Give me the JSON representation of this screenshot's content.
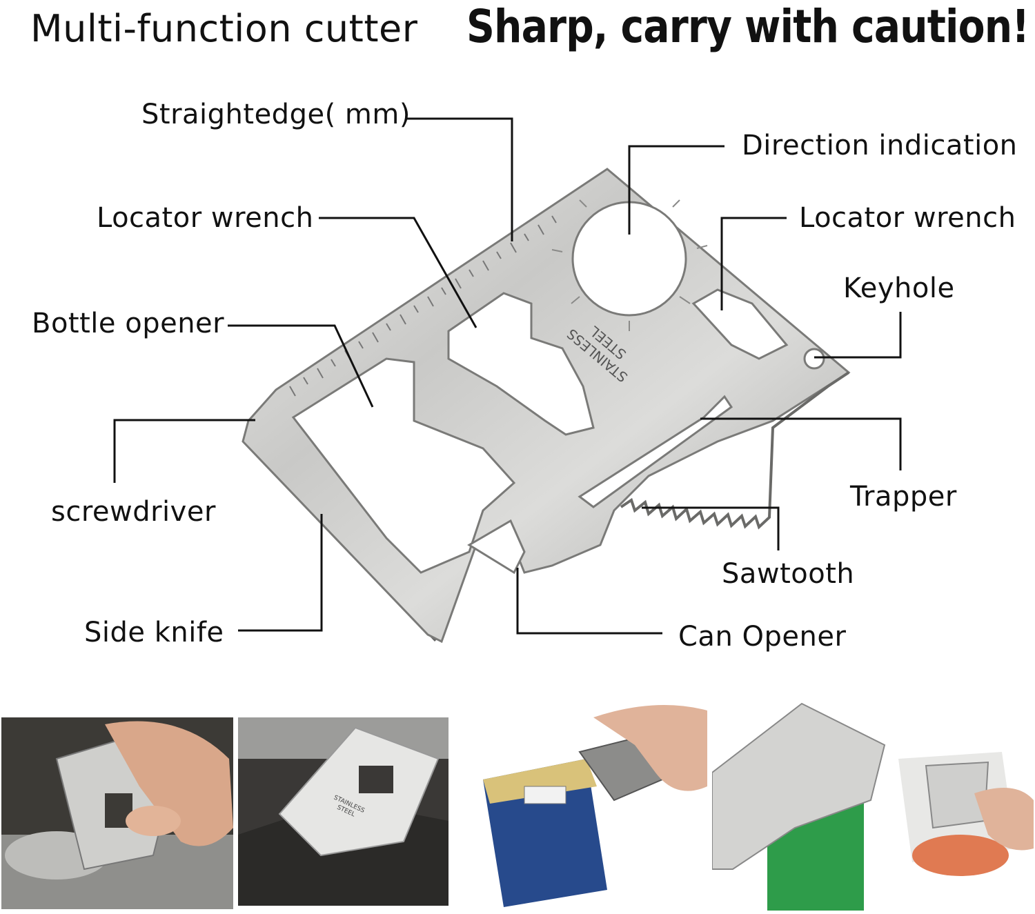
{
  "header": {
    "title": "Multi-function cutter",
    "warning": "Sharp, carry with caution!"
  },
  "card": {
    "engraving_line1": "STAINLESS",
    "engraving_line2": "STEEL"
  },
  "labels": {
    "straightedge": "Straightedge( mm)",
    "direction_indication": "Direction indication",
    "locator_wrench_left": "Locator wrench",
    "locator_wrench_right": "Locator wrench",
    "keyhole": "Keyhole",
    "bottle_opener": "Bottle opener",
    "screwdriver": "screwdriver",
    "trapper": "Trapper",
    "sawtooth": "Sawtooth",
    "side_knife": "Side knife",
    "can_opener": "Can Opener"
  },
  "photos": {
    "wallet_card_line1": "STAINLESS",
    "wallet_card_line2": "STEEL"
  },
  "colors": {
    "steel_light": "#d8d8d6",
    "steel_mid": "#a9a9a7",
    "steel_dark": "#6f6f6d",
    "leader_line": "#111111"
  }
}
